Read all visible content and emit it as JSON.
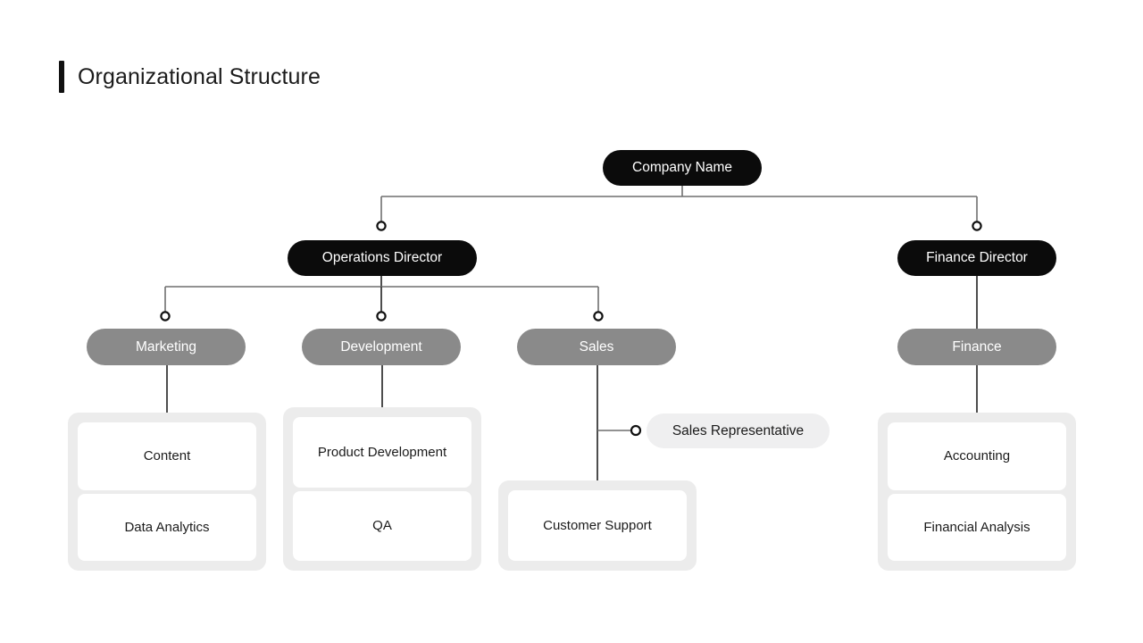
{
  "header": {
    "title": "Organizational Structure",
    "accent_color": "#111111"
  },
  "colors": {
    "root_node": "#0b0b0b",
    "director_node": "#0b0b0b",
    "department_node": "#8a8a8a",
    "role_node": "#efeff0",
    "group_box": "#ececec",
    "leaf_card": "#ffffff",
    "connector": "#6f6f6f",
    "page_background": "#ffffff"
  },
  "chart_data": {
    "type": "diagram",
    "title": "Organizational Structure",
    "root": {
      "label": "Company Name"
    },
    "directors": [
      {
        "label": "Operations Director"
      },
      {
        "label": "Finance Director"
      }
    ],
    "departments": [
      {
        "label": "Marketing",
        "parent": "Operations Director"
      },
      {
        "label": "Development",
        "parent": "Operations Director"
      },
      {
        "label": "Sales",
        "parent": "Operations Director"
      },
      {
        "label": "Finance",
        "parent": "Finance Director"
      }
    ],
    "roles": [
      {
        "label": "Sales Representative",
        "parent": "Sales"
      }
    ],
    "groups": [
      {
        "parent": "Marketing",
        "items": [
          "Content",
          "Data Analytics"
        ]
      },
      {
        "parent": "Development",
        "items": [
          "Product Development",
          "QA"
        ]
      },
      {
        "parent": "Sales",
        "items": [
          "Customer Support"
        ]
      },
      {
        "parent": "Finance",
        "items": [
          "Accounting",
          "Financial Analysis"
        ]
      }
    ]
  },
  "nodes": {
    "root": {
      "label": "Company Name"
    },
    "operations_director": {
      "label": "Operations Director"
    },
    "finance_director": {
      "label": "Finance Director"
    },
    "marketing": {
      "label": "Marketing"
    },
    "development": {
      "label": "Development"
    },
    "sales": {
      "label": "Sales"
    },
    "finance": {
      "label": "Finance"
    },
    "sales_representative": {
      "label": "Sales Representative"
    }
  },
  "groups": {
    "marketing": {
      "items": [
        {
          "label": "Content"
        },
        {
          "label": "Data Analytics"
        }
      ]
    },
    "development": {
      "items": [
        {
          "label": "Product Development"
        },
        {
          "label": "QA"
        }
      ]
    },
    "sales": {
      "items": [
        {
          "label": "Customer Support"
        }
      ]
    },
    "finance": {
      "items": [
        {
          "label": "Accounting"
        },
        {
          "label": "Financial Analysis"
        }
      ]
    }
  }
}
